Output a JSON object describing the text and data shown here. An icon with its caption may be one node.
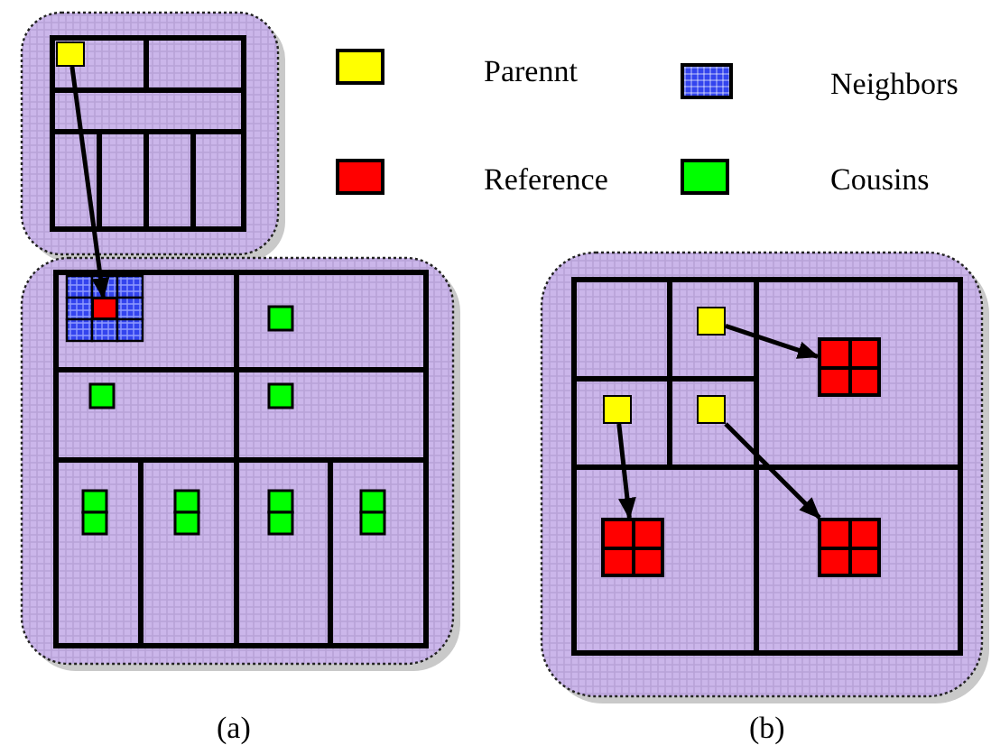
{
  "diagram": {
    "nodes": [
      {
        "text": [],
        "shape": "box"
      },
      {
        "text": [],
        "shape": "box"
      },
      {
        "text": [],
        "shape": "box"
      },
      {
        "text": [],
        "shape": "box"
      },
      {
        "text": [],
        "shape": "box"
      },
      {
        "text": [],
        "shape": "box"
      },
      {
        "text": [],
        "shape": "box"
      },
      {
        "text": [],
        "shape": "box"
      }
    ],
    "edges": [
      {
        "from": 0,
        "to": 1,
        "arrow": "to"
      },
      {
        "from": 2,
        "to": 3,
        "arrow": "to"
      },
      {
        "from": 4,
        "to": 6,
        "arrow": "to"
      },
      {
        "from": 5,
        "to": 7,
        "arrow": "to"
      }
    ],
    "labels": [
      "(a)",
      "(b)"
    ],
    "legend": [
      {
        "text": "Parennt",
        "color": "#ffff00"
      },
      {
        "text": "Neighbors",
        "color": "#3344ee"
      },
      {
        "text": "Reference",
        "color": "#ff0000"
      },
      {
        "text": "Cousins",
        "color": "#00ff00"
      }
    ]
  }
}
